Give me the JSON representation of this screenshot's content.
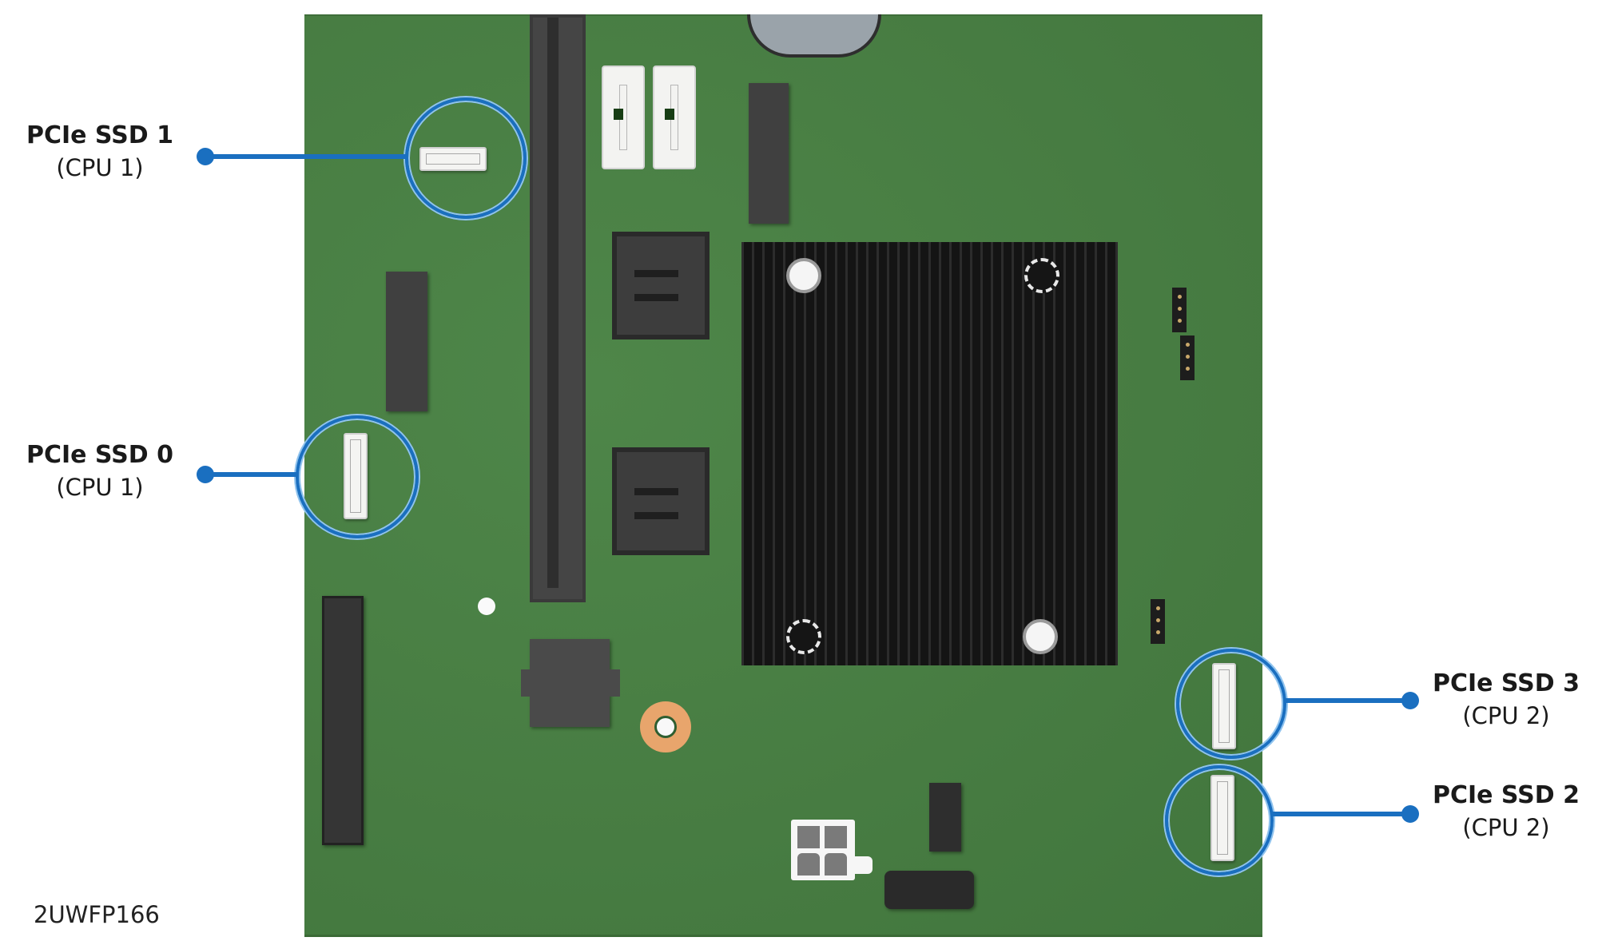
{
  "diagram": {
    "figure_id": "2UWFP166",
    "colors": {
      "callout_blue": "#1a6fc0",
      "pcb_green": "#4a7f45",
      "label_text": "#1a1a1a"
    },
    "callouts": [
      {
        "id": "pcie-ssd-1",
        "title": "PCIe SSD 1",
        "subtitle": "(CPU 1)",
        "side": "left"
      },
      {
        "id": "pcie-ssd-0",
        "title": "PCIe SSD 0",
        "subtitle": "(CPU 1)",
        "side": "left"
      },
      {
        "id": "pcie-ssd-3",
        "title": "PCIe SSD 3",
        "subtitle": "(CPU 2)",
        "side": "right"
      },
      {
        "id": "pcie-ssd-2",
        "title": "PCIe SSD 2",
        "subtitle": "(CPU 2)",
        "side": "right"
      }
    ]
  }
}
